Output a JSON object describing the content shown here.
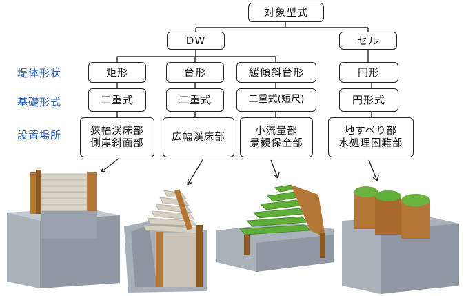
{
  "root": "対象型式",
  "types": {
    "dw": "DW",
    "cell": "セル"
  },
  "row_labels": {
    "body": "堤体形状",
    "foundation": "基礎形式",
    "location": "設置場所"
  },
  "columns": [
    {
      "shape": "矩形",
      "foundation": "二重式",
      "location": [
        "狭幅渓床部",
        "側岸斜面部"
      ]
    },
    {
      "shape": "台形",
      "foundation": "二重式",
      "location": [
        "広幅渓床部"
      ]
    },
    {
      "shape": "緩傾斜台形",
      "foundation": "二重式(短尺)",
      "location": [
        "小流量部",
        "景観保全部"
      ]
    },
    {
      "shape": "円形",
      "foundation": "円形式",
      "location": [
        "地すべり部",
        "水処理困難部"
      ]
    }
  ],
  "colors": {
    "label_blue": "#1f5fbf",
    "soil": "#a4acb6",
    "timber": "#b87a36",
    "grass": "#5fae3a"
  }
}
